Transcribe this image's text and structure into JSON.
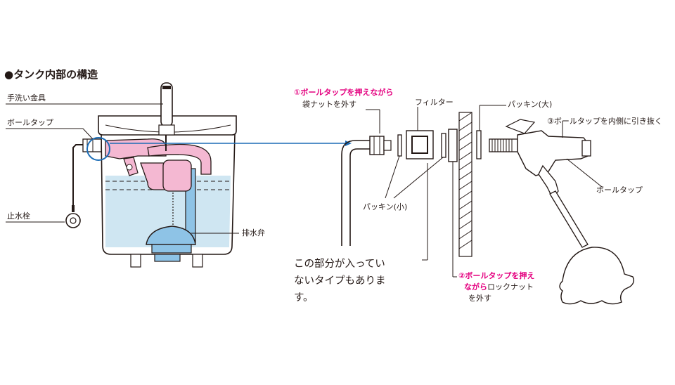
{
  "title": "●タンク内部の構造",
  "tank_labels": {
    "hand_wash": "手洗い金具",
    "ball_tap": "ボールタップ",
    "stop_valve": "止水栓",
    "drain_valve": "排水弁"
  },
  "steps": {
    "step1_pink": "①ボールタップを押えながら",
    "step1_rest": "袋ナットを外す",
    "step2_pink_a": "②ボールタップを押え",
    "step2_pink_b": "ながら",
    "step2_rest_b": "ロックナット",
    "step2_rest_c": "を外す",
    "step3": "③ボールタップを内側に引き抜く"
  },
  "part_labels": {
    "filter": "フィルター",
    "packing_large": "パッキン(大)",
    "packing_small": "パッキン(小)",
    "ball_tap": "ボールタップ"
  },
  "note_lines": [
    "この部分が入ってい",
    "ないタイプもありま",
    "す。"
  ],
  "colors": {
    "pink": "#e4007f",
    "water": "#cfe6f2",
    "blue": "#8ec3e6",
    "pink_part": "#f4b8d2",
    "callout": "#1b6cb5",
    "ink": "#231815"
  }
}
